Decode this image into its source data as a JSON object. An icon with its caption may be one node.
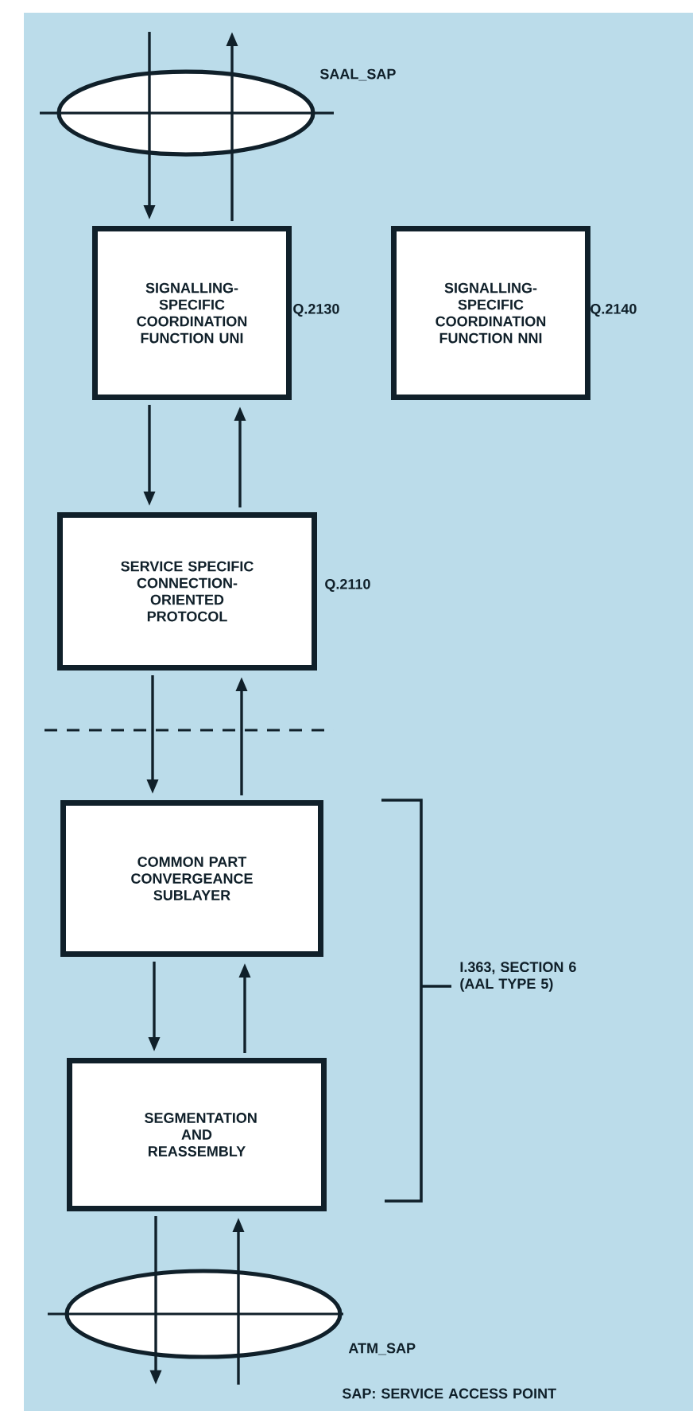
{
  "diagram": {
    "nodes": [
      {
        "text": [],
        "shape": "ellipse",
        "beside": [
          "SAAL_SAP"
        ]
      },
      {
        "text": [
          "SIGNALLING-SPECIFIC COORDINATION FUNCTION UNI"
        ],
        "beside": [
          "Q.2130"
        ]
      },
      {
        "text": [
          "SIGNALLING-SPECIFIC COORDINATION FUNCTION NNI"
        ],
        "beside": [
          "Q.2140"
        ]
      },
      {
        "text": [
          "SERVICE SPECIFIC CONNECTION-ORIENTED PROTOCOL"
        ],
        "beside": [
          "Q.2110"
        ]
      },
      {
        "text": [
          "COMMON PART CONVERGEANCE SUBLAYER"
        ]
      },
      {
        "text": [
          "SEGMENTATION AND REASSEMBLY"
        ]
      },
      {
        "text": [],
        "shape": "ellipse",
        "beside": [
          "ATM_SAP"
        ]
      }
    ],
    "edges": [
      {
        "from": 0,
        "to": 1,
        "arrow": "to"
      },
      {
        "from": 1,
        "to": 0,
        "arrow": "to"
      },
      {
        "from": 1,
        "to": 3,
        "arrow": "to"
      },
      {
        "from": 3,
        "to": 1,
        "arrow": "to"
      },
      {
        "from": 3,
        "to": 4,
        "arrow": "to"
      },
      {
        "from": 4,
        "to": 3,
        "arrow": "to"
      },
      {
        "from": 4,
        "to": 5,
        "arrow": "to"
      },
      {
        "from": 5,
        "to": 4,
        "arrow": "to"
      },
      {
        "from": 5,
        "to": 6,
        "arrow": "to"
      },
      {
        "from": 6,
        "to": 5,
        "arrow": "to"
      }
    ],
    "labels": [
      "I.363, SECTION 6 (AAL TYPE 5)",
      "SAP: SERVICE ACCESS POINT"
    ]
  }
}
